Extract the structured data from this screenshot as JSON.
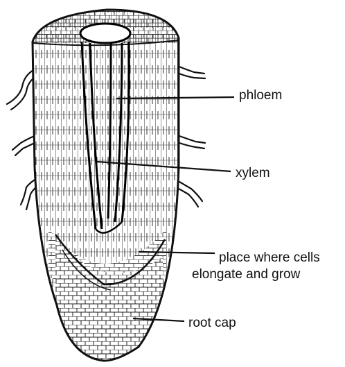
{
  "labels": {
    "phloem": "phloem",
    "xylem": "xylem",
    "elongation_line1": "place where cells",
    "elongation_line2": "elongate and grow",
    "root_cap": "root cap"
  }
}
